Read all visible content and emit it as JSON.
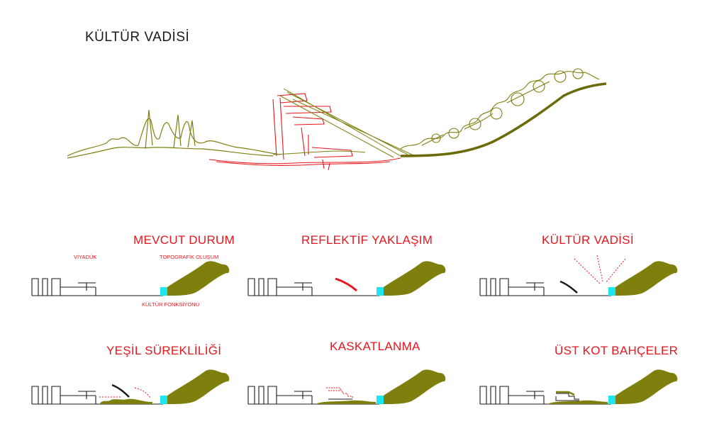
{
  "main_title": "KÜLTÜR VADİSİ",
  "colors": {
    "olive": "#7f7f0e",
    "olive_dark": "#6b6b0a",
    "red": "#e8161d",
    "cyan": "#1ee6f0",
    "black": "#1a1a1a"
  },
  "panels": [
    {
      "title": "MEVCUT DURUM",
      "labels": {
        "viaduct": "VİYADÜK",
        "topo": "TOPOGRAFİK OLUŞUM",
        "function": "KÜLTÜR FONKSİYONU"
      }
    },
    {
      "title": "REFLEKTİF YAKLAŞIM"
    },
    {
      "title": "KÜLTÜR VADİSİ"
    },
    {
      "title": "YEŞİL SÜREKLİLİĞİ"
    },
    {
      "title": "KASKATLANMA"
    },
    {
      "title": "ÜST KOT BAHÇELER"
    }
  ]
}
